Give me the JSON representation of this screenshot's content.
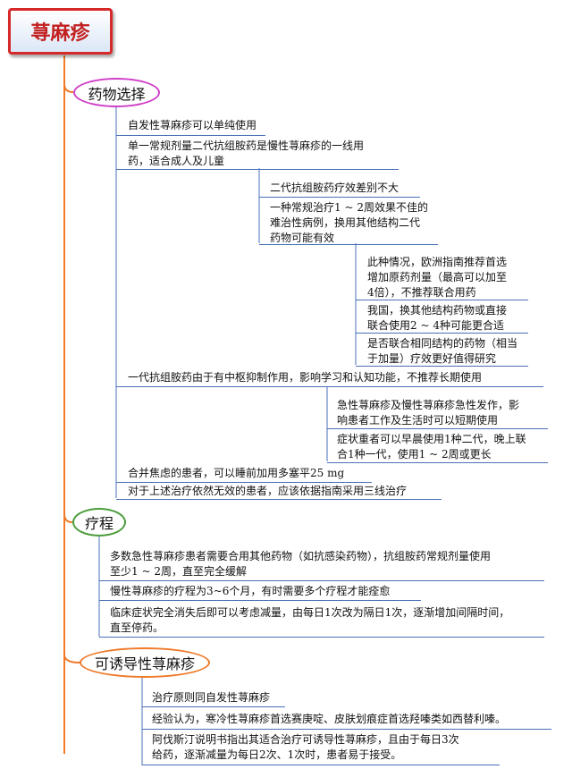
{
  "title": "荨麻疹",
  "branches": [
    {
      "label": "药物选择",
      "items": [
        "自发性荨麻疹可以单纯使用",
        [
          "单一常规剂量二代抗组胺药是慢性荨麻疹的一线用",
          "药，适合成人及儿童"
        ],
        "二代抗组胺药疗效差别不大",
        [
          "一种常规治疗1 ~ 2周效果不佳的",
          "难治性病例，换用其他结构二代",
          "药物可能有效"
        ],
        [
          "此种情况，欧洲指南推荐首选",
          "增加原药剂量（最高可以加至",
          "4倍），不推荐联合用药"
        ],
        [
          "我国，换其他结构药物或直接",
          "联合使用2 ~ 4种可能更合适"
        ],
        [
          "是否联合相同结构的药物（相当",
          "于加量）疗效更好值得研究"
        ],
        "一代抗组胺药由于有中枢抑制作用，影响学习和认知功能，不推荐长期使用",
        [
          "急性荨麻疹及慢性荨麻疹急性发作，影",
          "响患者工作及生活时可以短期使用"
        ],
        [
          "症状重者可以早晨使用1种二代，晚上联",
          "合1种一代，使用1 ~ 2周或更长"
        ],
        "合并焦虑的患者，可以睡前加用多塞平25 mg",
        "对于上述治疗依然无效的患者，应该依据指南采用三线治疗"
      ]
    },
    {
      "label": "疗程",
      "items": [
        [
          "多数急性荨麻疹患者需要合用其他药物（如抗感染药物），抗组胺药常规剂量使用",
          "至少1 ~ 2周，直至完全缓解"
        ],
        "慢性荨麻疹的疗程为3~6个月，有时需要多个疗程才能痊愈",
        [
          "临床症状完全消失后即可以考虑减量，由每日1次改为隔日1次，逐渐增加间隔时间，",
          "直至停药。"
        ]
      ]
    },
    {
      "label": "可诱导性荨麻疹",
      "items": [
        "治疗原则同自发性荨麻疹",
        "经验认为，寒冷性荨麻疹首选赛庚啶、皮肤划痕症首选羟嗪类如西替利嗪。",
        [
          "阿伐斯汀说明书指出其适合治疗可诱导性荨麻疹，且由于每日3次",
          "给药，逐渐减量为每日2次、1次时，患者易于接受。"
        ]
      ]
    }
  ],
  "colors": {
    "root_border": "#d62a2a",
    "spine": "#ef7a2a",
    "branch1": "#d040c8",
    "branch2": "#4a9c3a",
    "branch3": "#ef7a2a",
    "leaf_lines": "#4a6fb8"
  }
}
